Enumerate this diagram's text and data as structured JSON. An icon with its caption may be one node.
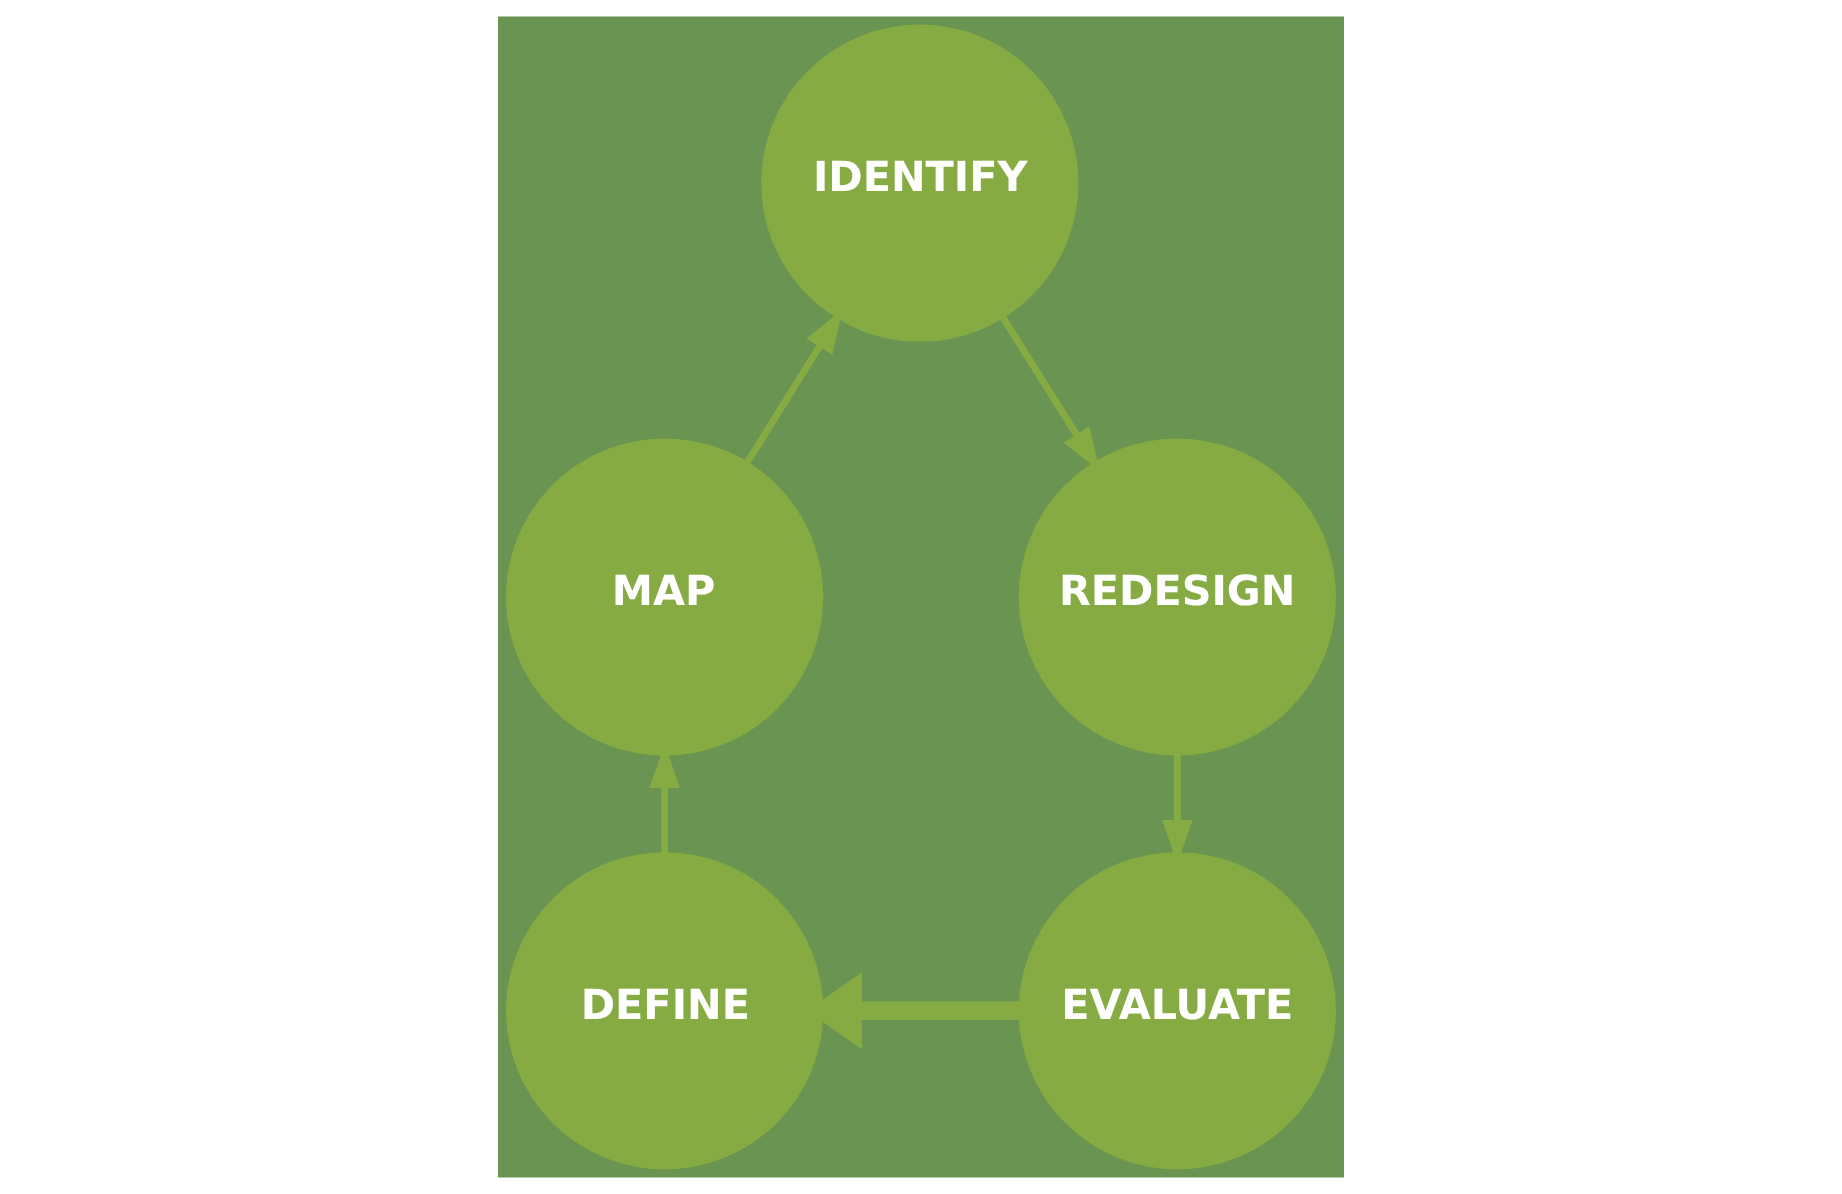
{
  "diagram": {
    "nodes": [
      {
        "text": [
          "DEFINE"
        ]
      },
      {
        "text": [
          "MAP"
        ]
      },
      {
        "text": [
          "IDENTIFY"
        ]
      },
      {
        "text": [
          "REDESIGN"
        ]
      },
      {
        "text": [
          "EVALUATE"
        ]
      }
    ],
    "edges": [
      {
        "from": 0,
        "to": 1,
        "arrow": "to"
      },
      {
        "from": 1,
        "to": 2,
        "arrow": "to"
      },
      {
        "from": 2,
        "to": 3,
        "arrow": "to"
      },
      {
        "from": 3,
        "to": 4,
        "arrow": "to"
      },
      {
        "from": 4,
        "to": 0,
        "arrow": "to",
        "style": "thick"
      }
    ]
  }
}
